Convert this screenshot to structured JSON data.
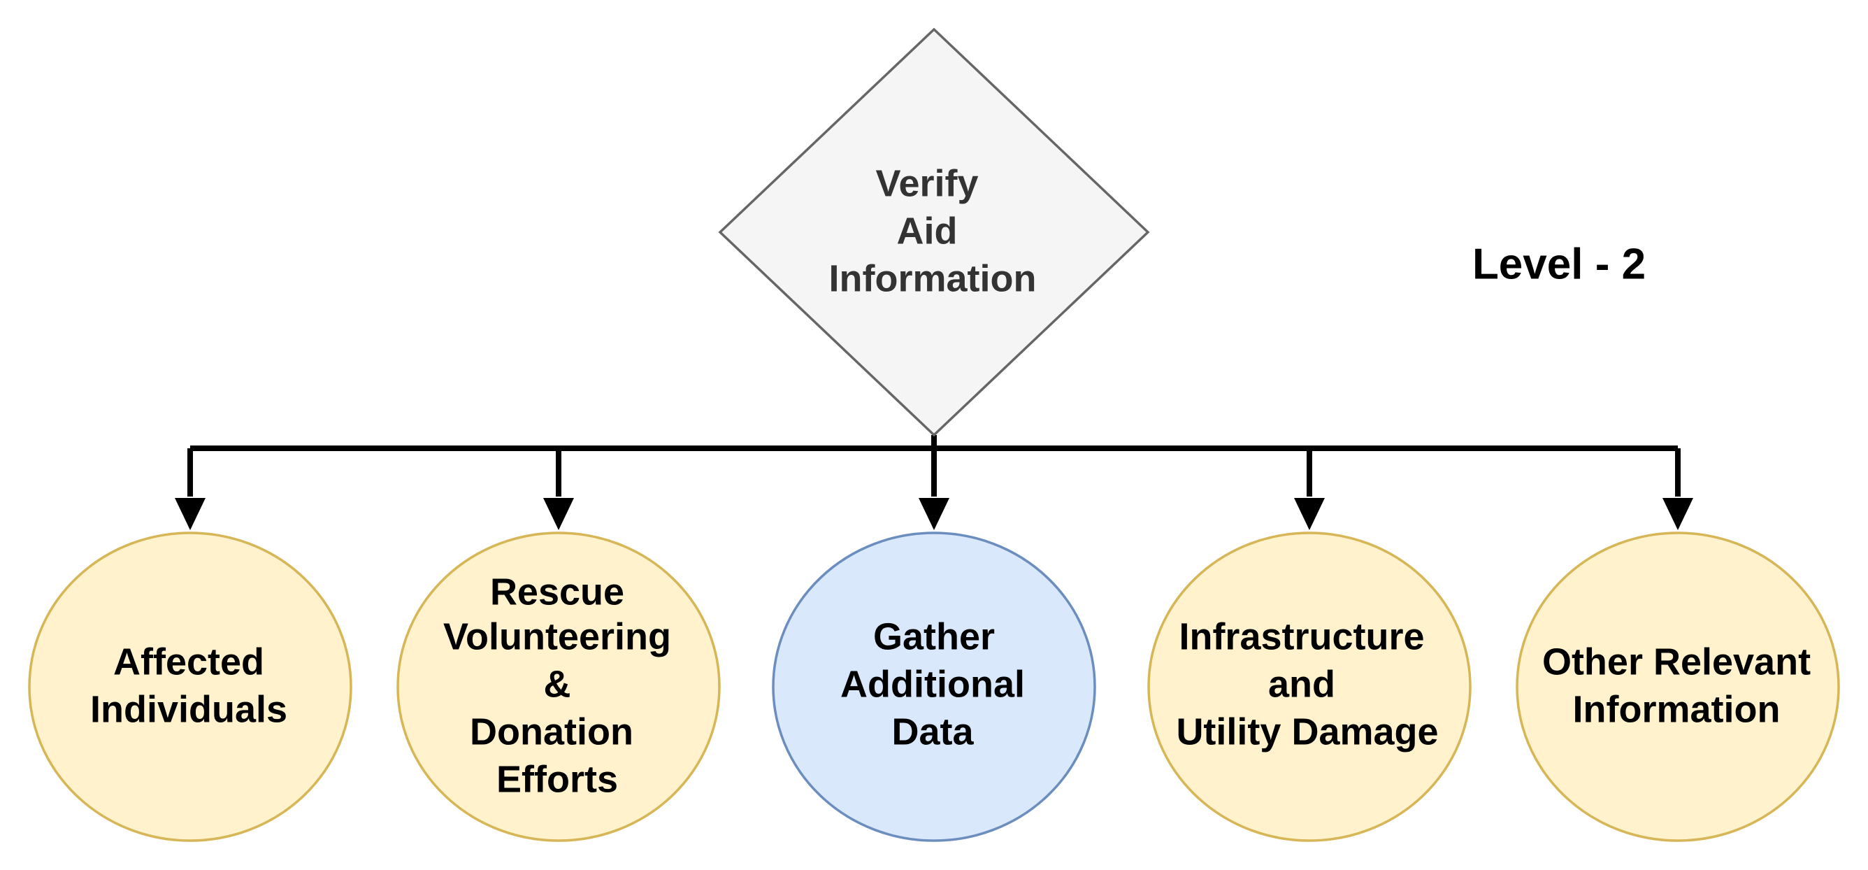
{
  "level_label": "Level - 2",
  "decision": {
    "lines": [
      "Verify",
      "Aid",
      "Information"
    ],
    "fill": "#f5f5f5",
    "stroke": "#666666"
  },
  "nodes": [
    {
      "lines": [
        "Affected",
        "Individuals"
      ],
      "fill": "#fff2cc",
      "stroke": "#d6b656"
    },
    {
      "lines": [
        "Rescue",
        "Volunteering",
        "&",
        "Donation",
        "Efforts"
      ],
      "fill": "#fff2cc",
      "stroke": "#d6b656"
    },
    {
      "lines": [
        "Gather",
        "Additional",
        "Data"
      ],
      "fill": "#dae8fc",
      "stroke": "#6c8ebf"
    },
    {
      "lines": [
        "Infrastructure",
        "and",
        "Utility Damage"
      ],
      "fill": "#fff2cc",
      "stroke": "#d6b656"
    },
    {
      "lines": [
        "Other Relevant",
        "Information"
      ],
      "fill": "#fff2cc",
      "stroke": "#d6b656"
    }
  ]
}
